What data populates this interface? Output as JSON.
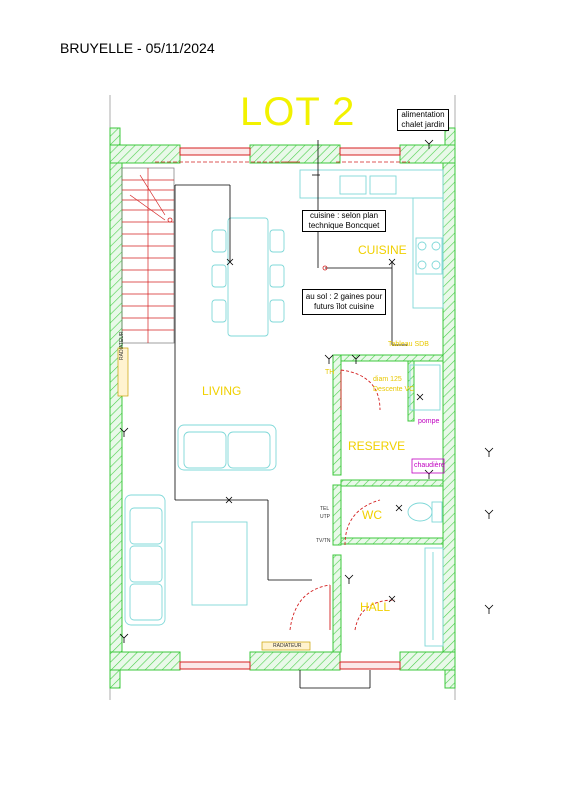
{
  "header": {
    "date_title": "BRUYELLE - 05/11/2024"
  },
  "plan": {
    "lot_title": "LOT 2",
    "notes": {
      "alimentation": "alimentation chalet jardin",
      "cuisine": "cuisine : selon plan technique Boncquet",
      "au_sol": "au sol : 2 gaines pour futurs îlot cuisine"
    },
    "rooms": {
      "cuisine": "CUISINE",
      "living": "LIVING",
      "reserve": "RESERVE",
      "wc": "WC",
      "hall": "HALL"
    },
    "labels": {
      "pompe": "pompe",
      "chaudiere": "chaudière",
      "tableau_sdb": "Tableau SDB",
      "diam": "diam 125",
      "descente": "Descente VC",
      "th": "TH",
      "radiateur": "RADIATEUR",
      "radiateur_left": "RADIATEUR",
      "tel": "TEL",
      "utp": "UTP",
      "tv": "TV/TN"
    },
    "colors": {
      "wall_green": "#3cc83c",
      "wall_hatch": "#4cd04c",
      "furniture_cyan": "#7fd8d8",
      "annotation_yellow": "#f2f200",
      "electric_red": "#d42020",
      "purple": "#c000c0"
    }
  }
}
